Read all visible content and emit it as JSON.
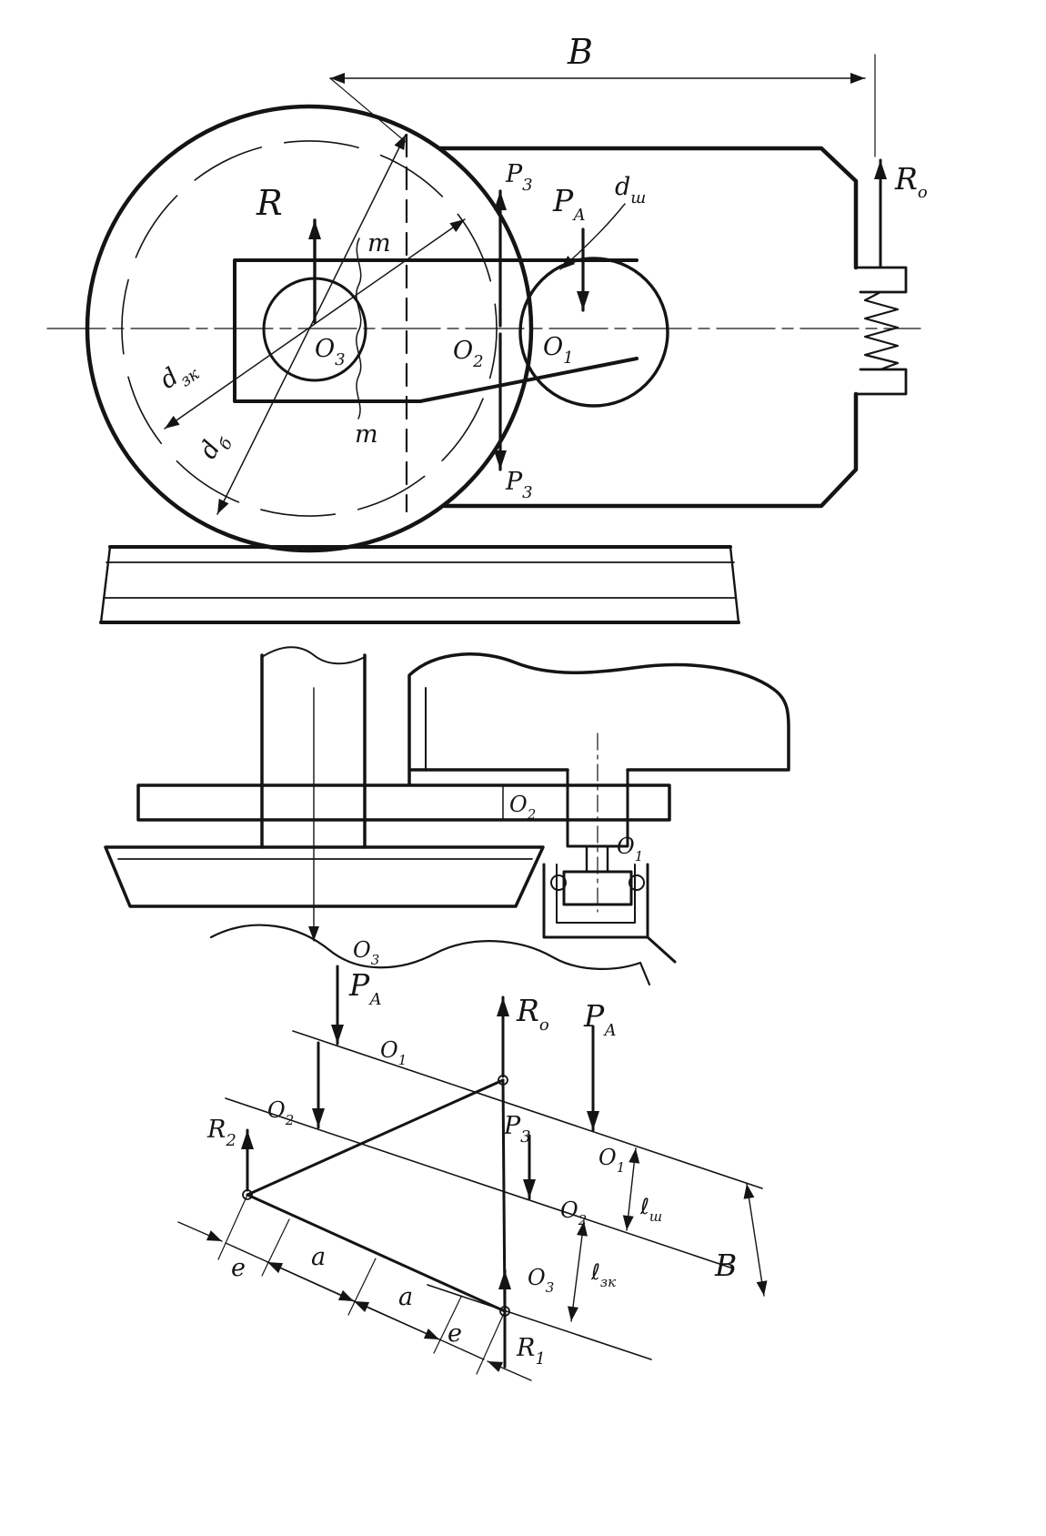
{
  "colors": {
    "ink": "#141414",
    "paper": "#ffffff"
  },
  "top_view": {
    "dim_B": "В",
    "force_R": "R",
    "force_R0": {
      "main": "R",
      "sub": "о"
    },
    "force_P3_up": {
      "main": "Р",
      "sub": "3"
    },
    "force_P3_down": {
      "main": "Р",
      "sub": "3"
    },
    "force_PA": {
      "main": "Р",
      "sub": "А"
    },
    "dia_sh": {
      "main": "d",
      "sub": "ш"
    },
    "dia_zk": {
      "main": "d",
      "sub": "зк"
    },
    "dia_b": {
      "main": "d",
      "sub": "б"
    },
    "O1": {
      "main": "О",
      "sub": "1"
    },
    "O2": {
      "main": "О",
      "sub": "2"
    },
    "O3": {
      "main": "О",
      "sub": "3"
    },
    "m_top": "m",
    "m_bottom": "m"
  },
  "side_view": {
    "O1": {
      "main": "О",
      "sub": "1"
    },
    "O2": {
      "main": "О",
      "sub": "2"
    },
    "O3": {
      "main": "О",
      "sub": "3"
    }
  },
  "force_diagram": {
    "force_PA_left": {
      "main": "Р",
      "sub": "А"
    },
    "force_PA_right": {
      "main": "Р",
      "sub": "А"
    },
    "force_R0": {
      "main": "R",
      "sub": "о"
    },
    "force_P3": {
      "main": "Р",
      "sub": "3"
    },
    "force_R1": {
      "main": "R",
      "sub": "1"
    },
    "force_R2": {
      "main": "R",
      "sub": "2"
    },
    "O1_left": {
      "main": "О",
      "sub": "1"
    },
    "O2_left": {
      "main": "О",
      "sub": "2"
    },
    "O1_right": {
      "main": "О",
      "sub": "1"
    },
    "O2_right": {
      "main": "О",
      "sub": "2"
    },
    "O3": {
      "main": "О",
      "sub": "3"
    },
    "dim_e_left": "e",
    "dim_a_left": "a",
    "dim_a_right": "a",
    "dim_e_right": "e",
    "dim_l_sh": {
      "main": "ℓ",
      "sub": "ш"
    },
    "dim_l_zk": {
      "main": "ℓ",
      "sub": "зк"
    },
    "dim_B": "В"
  }
}
